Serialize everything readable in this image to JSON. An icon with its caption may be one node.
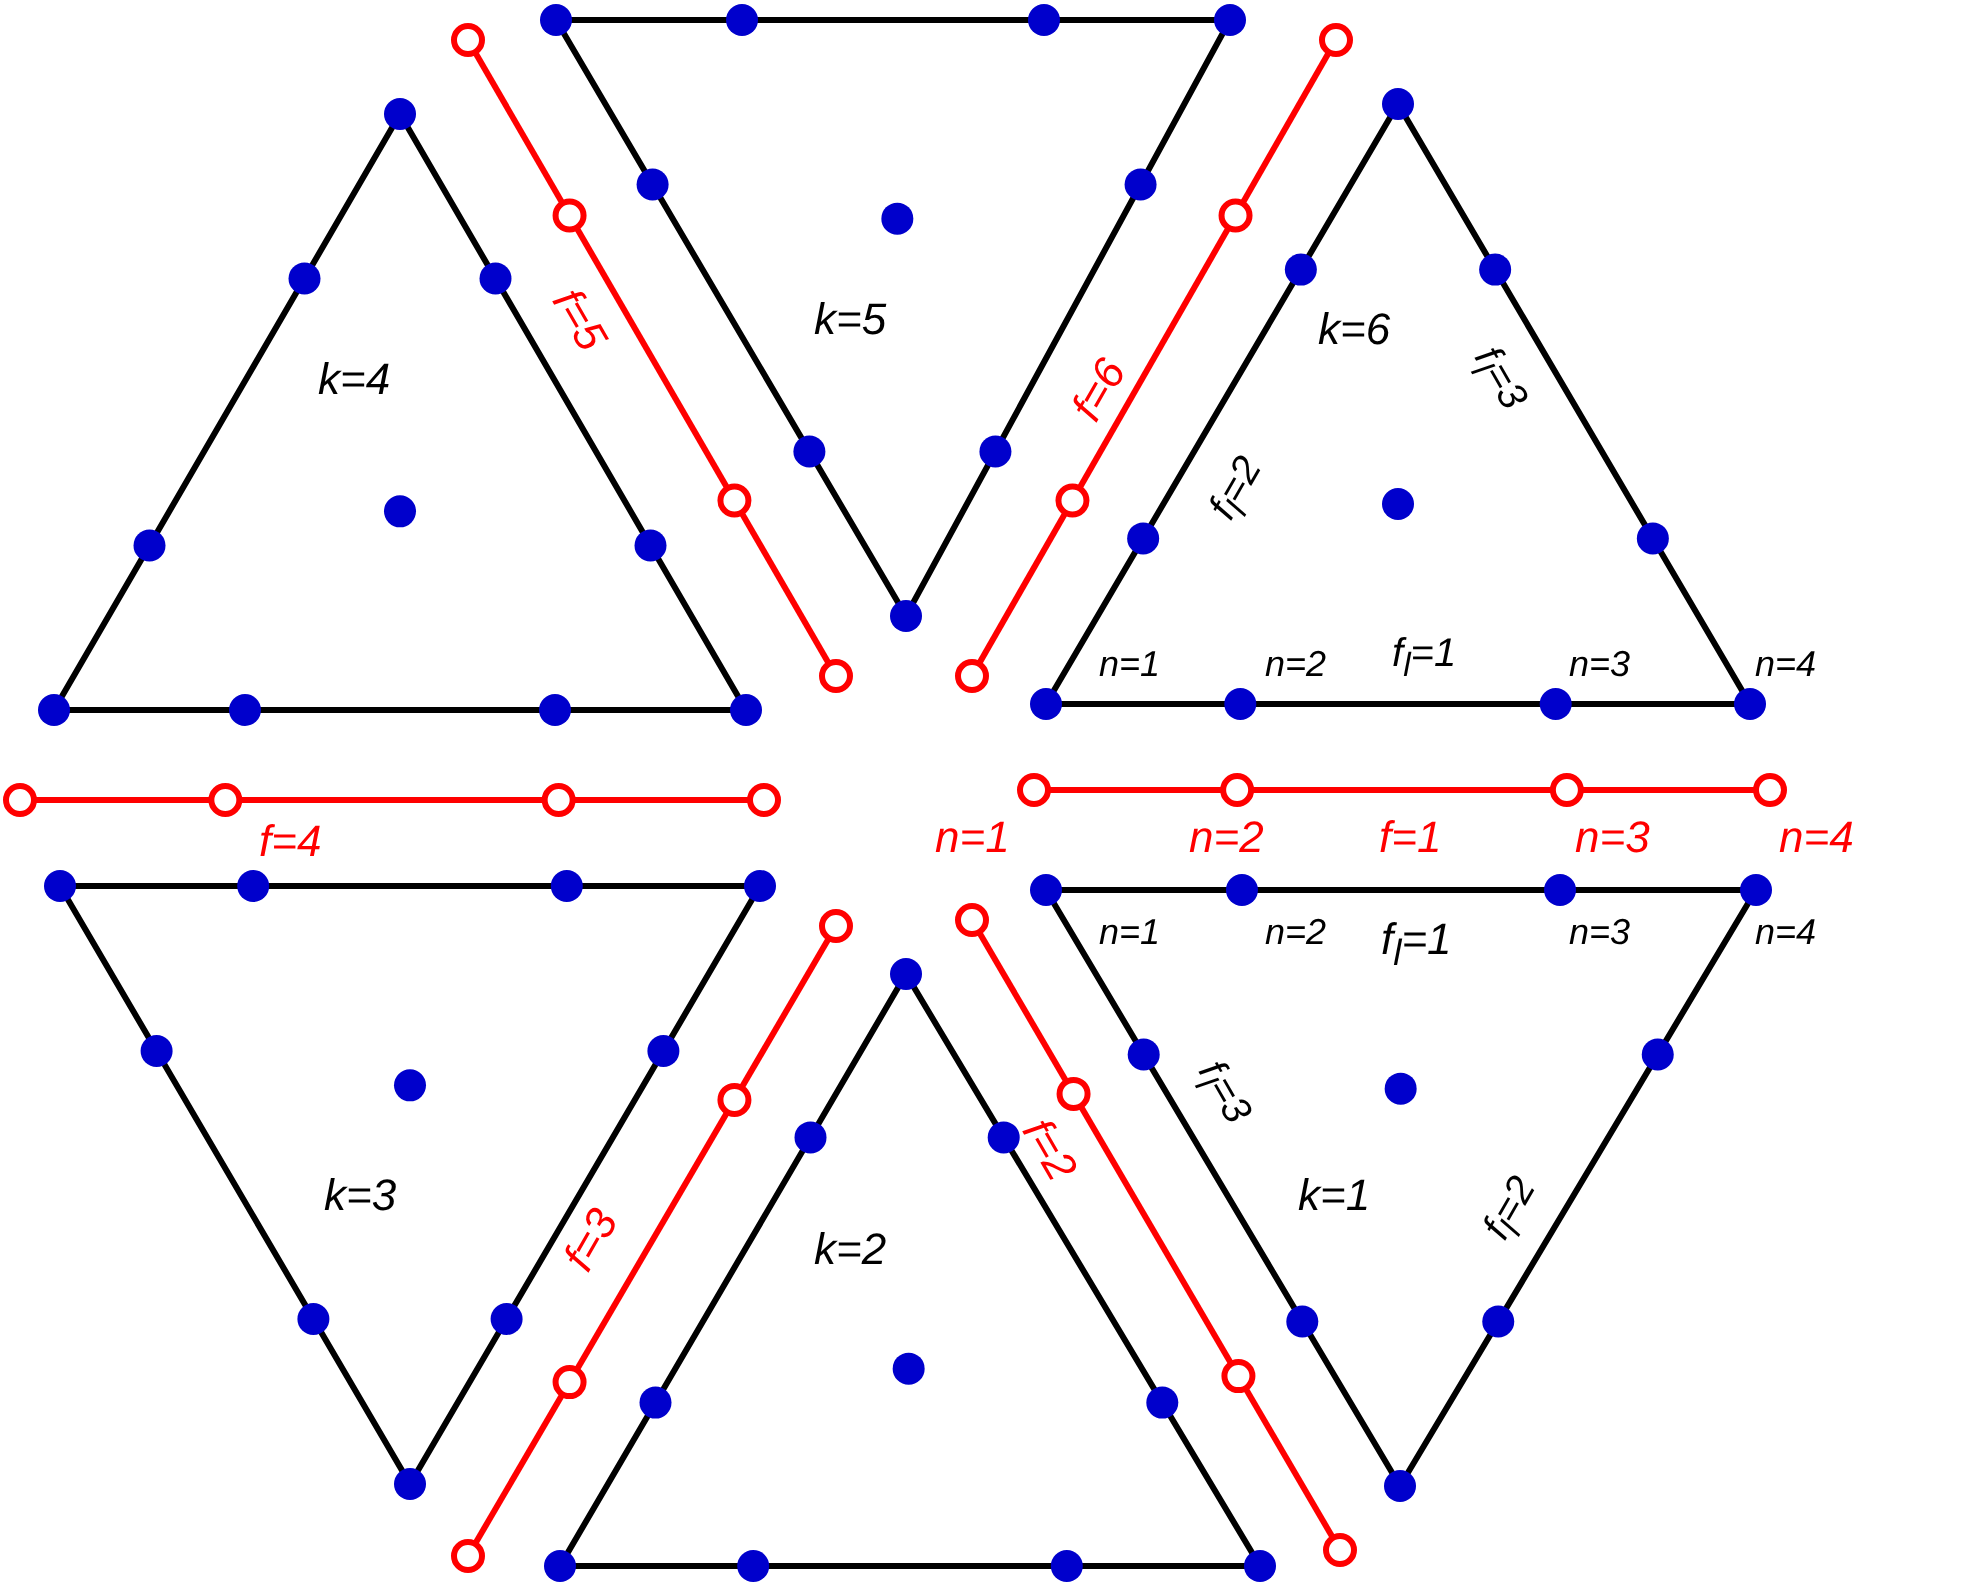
{
  "diagram": {
    "nodes": [
      {
        "text": [
          "k=4"
        ]
      },
      {
        "text": [
          "f=5"
        ]
      },
      {
        "text": [
          "k=5"
        ]
      },
      {
        "text": [
          "f=6"
        ]
      },
      {
        "text": [
          "k=6",
          "f$_{l}$=3",
          "f$_{l}$=2",
          "n=1",
          "n=2",
          "f$_{l}$=1",
          "n=3",
          "n=4"
        ]
      },
      {
        "text": [
          "f=4"
        ]
      },
      {
        "text": [
          "n=1",
          "n=2",
          "f=1",
          "n=3",
          "n=4"
        ]
      },
      {
        "text": [
          "k=3"
        ]
      },
      {
        "text": [
          "f=3"
        ]
      },
      {
        "text": [
          "k=2"
        ]
      },
      {
        "text": [
          "f=2"
        ]
      },
      {
        "text": [
          "n=1",
          "n=2",
          "f$_{l}$=1",
          "n=3",
          "n=4",
          "f$_{l}$=3",
          "k=1",
          "f$_{l}$=2"
        ]
      }
    ]
  }
}
